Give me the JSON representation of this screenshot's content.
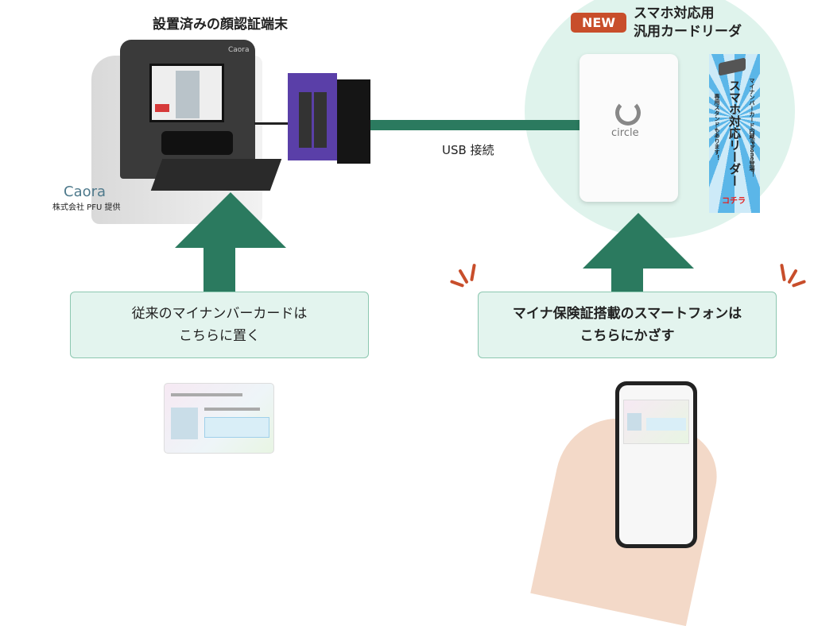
{
  "left": {
    "title": "設置済みの顔認証端末",
    "device_brand": "Caora",
    "brand_logo": "Caora",
    "provider": "株式会社 PFU 提供",
    "instruction_line1": "従来のマイナンバーカードは",
    "instruction_line2": "こちらに置く"
  },
  "connection": {
    "label": "USB 接続"
  },
  "right": {
    "badge": "NEW",
    "title_line1": "スマホ対応用",
    "title_line2": "汎用カードリーダ",
    "reader_brand": "circle",
    "poster": {
      "line1": "マイナンバーカード内蔵iPhone登場！",
      "line2": "スマホ対応リーダー",
      "line3": "専用スタンドもあります！",
      "line4": "コチラ"
    },
    "instruction_line1": "マイナ保険証搭載のスマートフォンは",
    "instruction_line2": "こちらにかざす"
  },
  "colors": {
    "accent_green": "#2b7a5f",
    "badge_red": "#c84e2b",
    "box_fill": "#e3f4ee",
    "circle_bg": "#dff3ec"
  }
}
